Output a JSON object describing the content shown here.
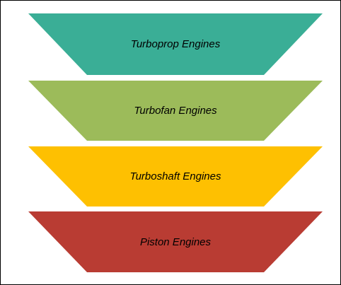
{
  "diagram": {
    "tiers": [
      {
        "label": "Turboprop Engines",
        "color": "#3aae96"
      },
      {
        "label": "Turbofan Engines",
        "color": "#9cbb5a"
      },
      {
        "label": "Turboshaft Engines",
        "color": "#fec001"
      },
      {
        "label": "Piston Engines",
        "color": "#b93c33"
      }
    ]
  }
}
